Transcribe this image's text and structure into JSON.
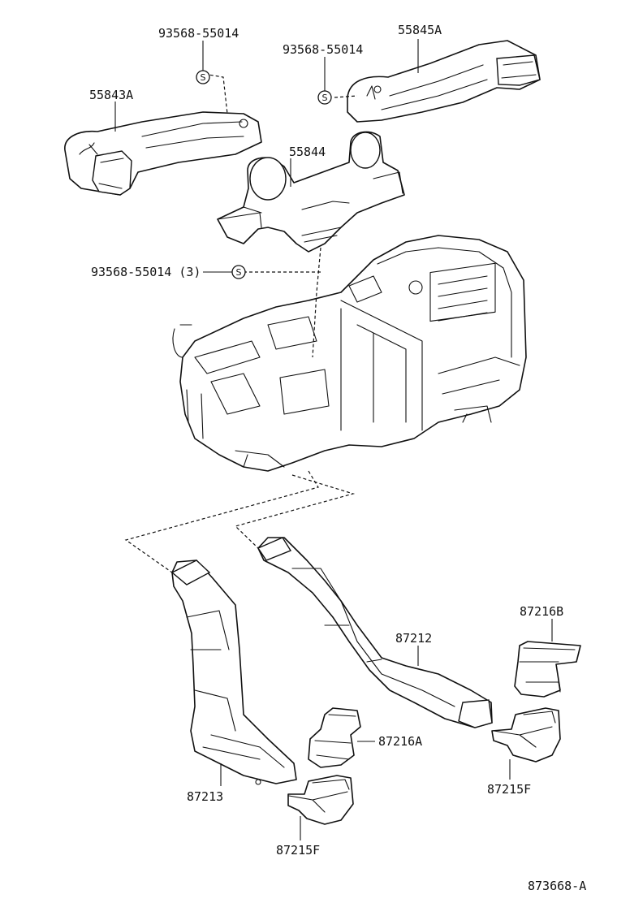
{
  "labels": {
    "screw_top_left": "93568-55014",
    "screw_top_mid": "93568-55014",
    "screw_mid": "93568-55014 (3)",
    "duct_55845A": "55845A",
    "duct_55843A": "55843A",
    "duct_55844": "55844",
    "duct_87212": "87212",
    "duct_87216B": "87216B",
    "duct_87216A": "87216A",
    "duct_87213": "87213",
    "duct_87215F_right": "87215F",
    "duct_87215F_bottom": "87215F",
    "figure_code": "873668-A"
  },
  "symbols": {
    "screw_symbol": "S"
  }
}
